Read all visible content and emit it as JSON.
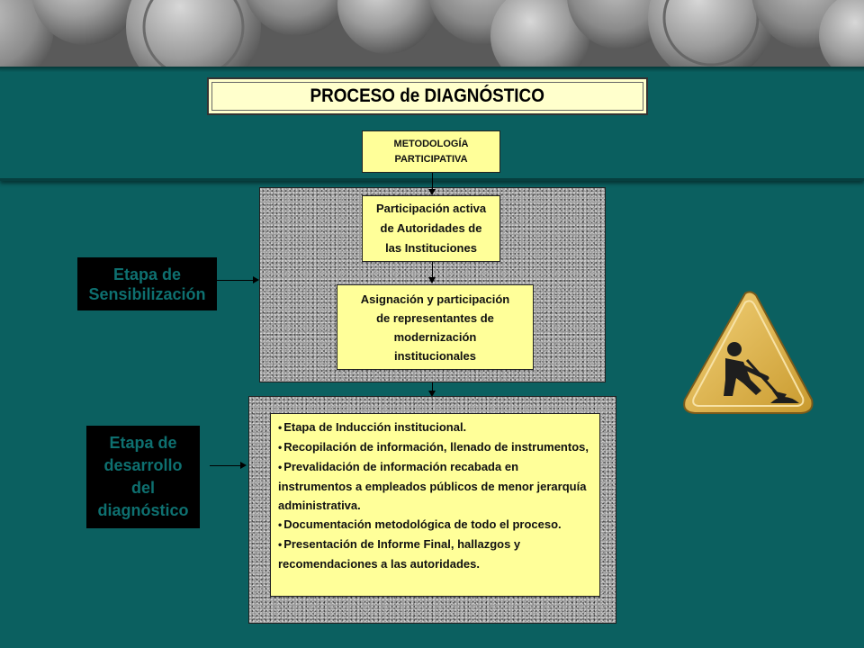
{
  "title": "PROCESO de DIAGNÓSTICO",
  "boxes": {
    "metodologia": [
      "METODOLOGÍA",
      "PARTICIPATIVA"
    ],
    "participacion": [
      "Participación activa",
      "de Autoridades de",
      "las Instituciones"
    ],
    "asignacion": [
      "Asignación y participación",
      "de representantes de",
      "modernización",
      "institucionales"
    ]
  },
  "stages": {
    "sensibilizacion": [
      "Etapa de",
      "Sensibilización"
    ],
    "desarrollo": [
      "Etapa de",
      "desarrollo",
      "del",
      "diagnóstico"
    ]
  },
  "activities": [
    "Etapa de Inducción institucional.",
    "Recopilación de información, llenado de instrumentos,",
    "Prevalidación de información recabada en instrumentos a empleados públicos de menor jerarquía administrativa.",
    "Documentación metodológica de todo el proceso.",
    "Presentación de Informe Final, hallazgos y recomendaciones a las autoridades."
  ],
  "colors": {
    "background": "#0b6060",
    "box_fill": "#ffff99",
    "stage_text": "#0e7070",
    "sign": "#e0b54a"
  },
  "icons": {
    "header": "coins-photo",
    "sign": "men-at-work-icon"
  }
}
